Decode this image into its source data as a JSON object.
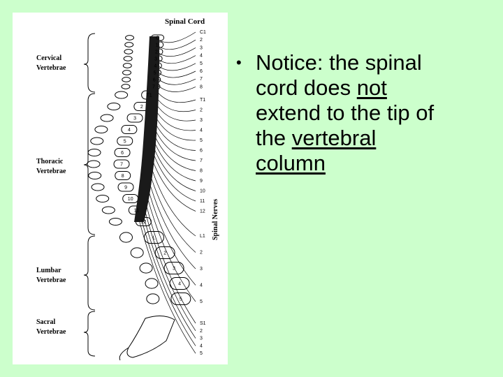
{
  "figure": {
    "title": "Spinal Cord",
    "labels": {
      "cervical": [
        "Cervical",
        "Vertebrae"
      ],
      "thoracic": [
        "Thoracic",
        "Vertebrae"
      ],
      "lumbar": [
        "Lumbar",
        "Vertebrae"
      ],
      "sacral": [
        "Sacral",
        "Vertebrae"
      ]
    },
    "side_label": "Spinal Nerves",
    "nerve_numbers": [
      "C1",
      "2",
      "3",
      "4",
      "5",
      "6",
      "7",
      "8",
      "T1",
      "2",
      "3",
      "4",
      "5",
      "6",
      "7",
      "8",
      "9",
      "10",
      "11",
      "12",
      "L1",
      "2",
      "3",
      "4",
      "5",
      "S1",
      "2",
      "3",
      "4",
      "5"
    ],
    "vertebra_numbers": [
      "C",
      "1",
      "2",
      "3",
      "4",
      "5",
      "6",
      "7",
      "T1",
      "2",
      "3",
      "4",
      "5",
      "6",
      "7",
      "8",
      "9",
      "10",
      "11",
      "12",
      "L",
      "2",
      "3",
      "4",
      "5"
    ]
  },
  "bullet": {
    "symbol": "•",
    "lines": [
      {
        "a": "Notice: the spinal",
        "u": "",
        "b": ""
      },
      {
        "a": "cord does ",
        "u": "not",
        "b": ""
      },
      {
        "a": "extend to the tip of",
        "u": "",
        "b": ""
      },
      {
        "a": "the ",
        "u": "vertebral",
        "b": ""
      },
      {
        "a": "",
        "u": "column",
        "b": ""
      }
    ]
  },
  "colors": {
    "background": "#ccffcc",
    "panel": "#ffffff",
    "ink": "#000000"
  }
}
